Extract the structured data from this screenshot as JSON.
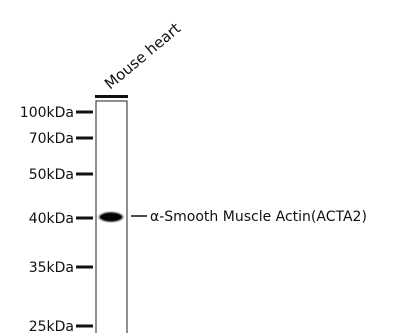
{
  "lane": {
    "label": "Mouse heart"
  },
  "markers": [
    {
      "label": "100kDa",
      "kda": 100
    },
    {
      "label": "70kDa",
      "kda": 70
    },
    {
      "label": "50kDa",
      "kda": 50
    },
    {
      "label": "40kDa",
      "kda": 40
    },
    {
      "label": "35kDa",
      "kda": 35
    },
    {
      "label": "25kDa",
      "kda": 25
    }
  ],
  "band": {
    "label": "α-Smooth Muscle Actin(ACTA2)",
    "kda": 42
  },
  "colors": {
    "ink": "#111111",
    "band": "#0b0b0b",
    "lane_border": "#222222"
  }
}
